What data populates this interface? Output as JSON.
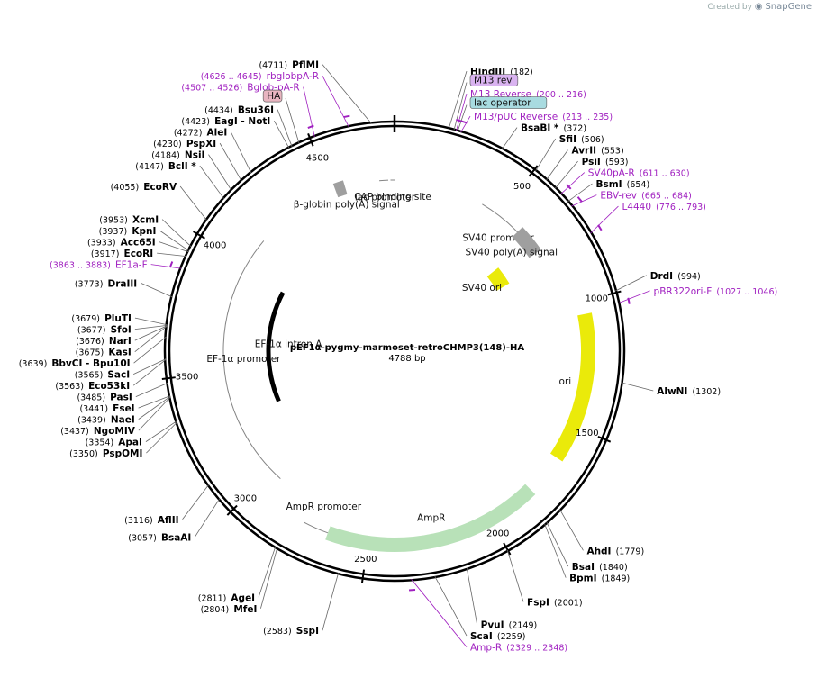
{
  "watermark": {
    "prefix": "Created by",
    "brand": "SnapGene"
  },
  "plasmid": {
    "name": "pEF1α-pygmy-marmoset-retroCHMP3(148)-HA",
    "size": "4788 bp",
    "length": 4788
  },
  "ticks": [
    {
      "bp": 500,
      "label": "500"
    },
    {
      "bp": 1000,
      "label": "1000"
    },
    {
      "bp": 1500,
      "label": "1500"
    },
    {
      "bp": 2000,
      "label": "2000"
    },
    {
      "bp": 2500,
      "label": "2500"
    },
    {
      "bp": 3000,
      "label": "3000"
    },
    {
      "bp": 3500,
      "label": "3500"
    },
    {
      "bp": 4000,
      "label": "4000"
    },
    {
      "bp": 4500,
      "label": "4500"
    }
  ],
  "sites": [
    {
      "name": "PflMI",
      "pos": "(4711)",
      "bp": 4711,
      "side": "L"
    },
    {
      "name": "HindIII",
      "pos": "(182)",
      "bp": 182,
      "side": "R"
    },
    {
      "name": "Bsu36I",
      "pos": "(4434)",
      "bp": 4434,
      "side": "L"
    },
    {
      "name": "EagI  - NotI",
      "pos": "(4423)",
      "bp": 4423,
      "side": "L"
    },
    {
      "name": "AleI",
      "pos": "(4272)",
      "bp": 4272,
      "side": "L"
    },
    {
      "name": "PspXI",
      "pos": "(4230)",
      "bp": 4230,
      "side": "L"
    },
    {
      "name": "NsiI",
      "pos": "(4184)",
      "bp": 4184,
      "side": "L"
    },
    {
      "name": "BclI *",
      "pos": "(4147)",
      "bp": 4147,
      "side": "L"
    },
    {
      "name": "EcoRV",
      "pos": "(4055)",
      "bp": 4055,
      "side": "L"
    },
    {
      "name": "XcmI",
      "pos": "(3953)",
      "bp": 3953,
      "side": "L"
    },
    {
      "name": "KpnI",
      "pos": "(3937)",
      "bp": 3937,
      "side": "L"
    },
    {
      "name": "Acc65I",
      "pos": "(3933)",
      "bp": 3933,
      "side": "L"
    },
    {
      "name": "EcoRI",
      "pos": "(3917)",
      "bp": 3917,
      "side": "L"
    },
    {
      "name": "DraIII",
      "pos": "(3773)",
      "bp": 3773,
      "side": "L"
    },
    {
      "name": "PluTI",
      "pos": "(3679)",
      "bp": 3679,
      "side": "L"
    },
    {
      "name": "SfoI",
      "pos": "(3677)",
      "bp": 3677,
      "side": "L"
    },
    {
      "name": "NarI",
      "pos": "(3676)",
      "bp": 3676,
      "side": "L"
    },
    {
      "name": "KasI",
      "pos": "(3675)",
      "bp": 3675,
      "side": "L"
    },
    {
      "name": "BbvCI  - Bpu10I",
      "pos": "(3639)",
      "bp": 3639,
      "side": "L"
    },
    {
      "name": "SacI",
      "pos": "(3565)",
      "bp": 3565,
      "side": "L"
    },
    {
      "name": "Eco53kI",
      "pos": "(3563)",
      "bp": 3563,
      "side": "L"
    },
    {
      "name": "PasI",
      "pos": "(3485)",
      "bp": 3485,
      "side": "L"
    },
    {
      "name": "FseI",
      "pos": "(3441)",
      "bp": 3441,
      "side": "L"
    },
    {
      "name": "NaeI",
      "pos": "(3439)",
      "bp": 3439,
      "side": "L"
    },
    {
      "name": "NgoMIV",
      "pos": "(3437)",
      "bp": 3437,
      "side": "L"
    },
    {
      "name": "ApaI",
      "pos": "(3354)",
      "bp": 3354,
      "side": "L"
    },
    {
      "name": "PspOMI",
      "pos": "(3350)",
      "bp": 3350,
      "side": "L"
    },
    {
      "name": "AflII",
      "pos": "(3116)",
      "bp": 3116,
      "side": "L"
    },
    {
      "name": "BsaAI",
      "pos": "(3057)",
      "bp": 3057,
      "side": "L"
    },
    {
      "name": "AgeI",
      "pos": "(2811)",
      "bp": 2811,
      "side": "L"
    },
    {
      "name": "MfeI",
      "pos": "(2804)",
      "bp": 2804,
      "side": "L"
    },
    {
      "name": "SspI",
      "pos": "(2583)",
      "bp": 2583,
      "side": "L"
    },
    {
      "name": "BsaBI *",
      "pos": "(372)",
      "bp": 372,
      "side": "R"
    },
    {
      "name": "SfiI",
      "pos": "(506)",
      "bp": 506,
      "side": "R"
    },
    {
      "name": "AvrII",
      "pos": "(553)",
      "bp": 553,
      "side": "R"
    },
    {
      "name": "PsiI",
      "pos": "(593)",
      "bp": 593,
      "side": "R"
    },
    {
      "name": "BsmI",
      "pos": "(654)",
      "bp": 654,
      "side": "R"
    },
    {
      "name": "DrdI",
      "pos": "(994)",
      "bp": 994,
      "side": "R"
    },
    {
      "name": "AlwNI",
      "pos": "(1302)",
      "bp": 1302,
      "side": "R"
    },
    {
      "name": "AhdI",
      "pos": "(1779)",
      "bp": 1779,
      "side": "R"
    },
    {
      "name": "BsaI",
      "pos": "(1840)",
      "bp": 1840,
      "side": "R"
    },
    {
      "name": "BpmI",
      "pos": "(1849)",
      "bp": 1849,
      "side": "R"
    },
    {
      "name": "FspI",
      "pos": "(2001)",
      "bp": 2001,
      "side": "R"
    },
    {
      "name": "PvuI",
      "pos": "(2149)",
      "bp": 2149,
      "side": "R"
    },
    {
      "name": "ScaI",
      "pos": "(2259)",
      "bp": 2259,
      "side": "R"
    }
  ],
  "primers": [
    {
      "name": "rbglobpA-R",
      "pos": "(4626 .. 4645)",
      "bp": 4635,
      "side": "L"
    },
    {
      "name": "Bglob-pA-R",
      "pos": "(4507 .. 4526)",
      "bp": 4516,
      "side": "L"
    },
    {
      "name": "EF1a-F",
      "pos": "(3863 .. 3883)",
      "bp": 3873,
      "side": "L"
    },
    {
      "name": "M13 Reverse",
      "pos": "(200 .. 216)",
      "bp": 208,
      "side": "R"
    },
    {
      "name": "M13/pUC Reverse",
      "pos": "(213 .. 235)",
      "bp": 224,
      "side": "R"
    },
    {
      "name": "SV40pA-R",
      "pos": "(611 .. 630)",
      "bp": 620,
      "side": "R"
    },
    {
      "name": "EBV-rev",
      "pos": "(665 .. 684)",
      "bp": 674,
      "side": "R"
    },
    {
      "name": "L4440",
      "pos": "(776 .. 793)",
      "bp": 784,
      "side": "R"
    },
    {
      "name": "pBR322ori-F",
      "pos": "(1027 .. 1046)",
      "bp": 1036,
      "side": "R"
    },
    {
      "name": "Amp-R",
      "pos": "(2329 .. 2348)",
      "bp": 2338,
      "side": "R"
    }
  ],
  "boxed_labels": [
    {
      "name": "M13 rev",
      "bp": 200,
      "color": "#d9b3f0"
    },
    {
      "name": "lac operator",
      "bp": 213,
      "color": "#a8dbe0"
    },
    {
      "name": "HA",
      "bp": 4460,
      "color": "#e8b5c0"
    }
  ],
  "features": [
    {
      "name": "AmpR",
      "start": 1802,
      "end": 2662,
      "dir": "ccw",
      "color": "#c7f5c7",
      "track": 1
    },
    {
      "name": "AmpR promoter",
      "start": 2662,
      "end": 2766,
      "dir": "ccw",
      "color": "#ffffff",
      "track": 1
    },
    {
      "name": "ori",
      "start": 1050,
      "end": 1640,
      "dir": "ccw",
      "color": "#ffff00",
      "track": 1
    },
    {
      "name": "EF-1α promoter",
      "start": 2950,
      "end": 4125,
      "dir": "cw",
      "color": "#ffffff",
      "track": 2
    },
    {
      "name": "EF-1α intron A",
      "start": 3280,
      "end": 3960,
      "dir": "none",
      "color": "#000000",
      "track": 3
    },
    {
      "name": "SV40 promoter",
      "start": 410,
      "end": 740,
      "dir": "cw",
      "color": "#ffffff",
      "track": 2
    },
    {
      "name": "SV40 poly(A) signal",
      "start": 610,
      "end": 735,
      "dir": "none",
      "color": "#aaaaaa",
      "track": 2
    },
    {
      "name": "SV40 ori",
      "start": 680,
      "end": 790,
      "dir": "none",
      "color": "#ffff00",
      "track": 3
    },
    {
      "name": "β-globin poly(A) signal",
      "start": 4520,
      "end": 4565,
      "dir": "none",
      "color": "#aaaaaa",
      "track": 2
    },
    {
      "name": "lac promoter",
      "start": 4720,
      "end": 4760,
      "dir": "none",
      "color": "#ffffff",
      "track": 2
    },
    {
      "name": "CAP binding site",
      "start": 4770,
      "end": 4788,
      "dir": "none",
      "color": "#ffffff",
      "track": 2
    }
  ]
}
